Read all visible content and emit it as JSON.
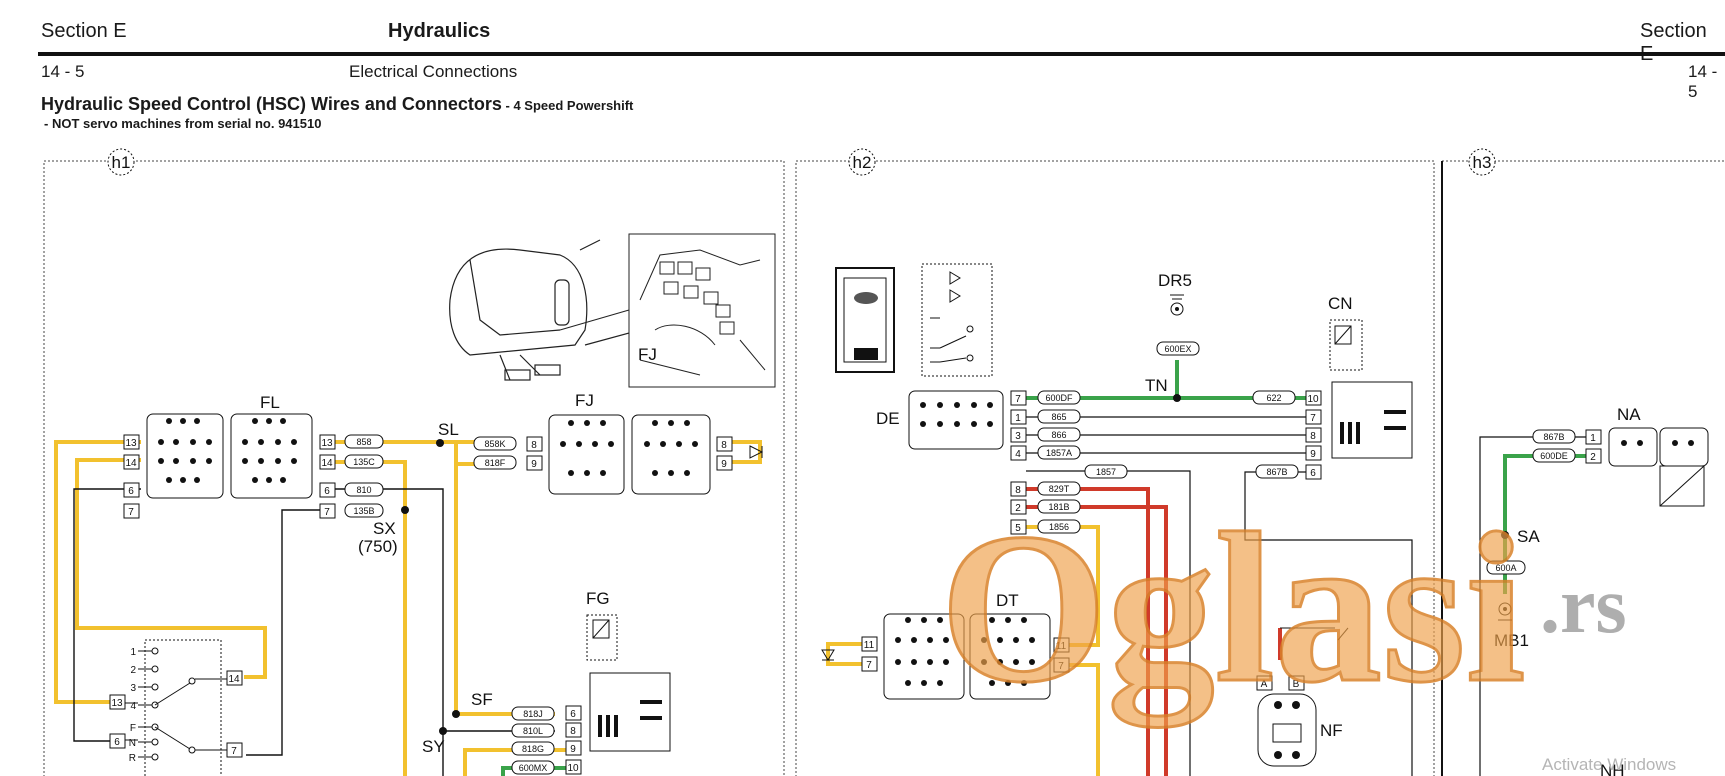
{
  "header": {
    "section_left": "Section E",
    "title": "Hydraulics",
    "section_right": "Section E",
    "page_left": "14 - 5",
    "subtitle": "Electrical Connections",
    "page_right": "14 - 5"
  },
  "diagram": {
    "heading": "Hydraulic Speed Control (HSC) Wires and Connectors",
    "heading_suffix": " - 4 Speed Powershift",
    "note": " - NOT servo machines from serial no. 941510",
    "panels": [
      "h1",
      "h2",
      "h3"
    ],
    "connectors": {
      "fl": "FL",
      "fj_top": "FJ",
      "fj": "FJ",
      "sl": "SL",
      "sx": "SX",
      "sx_sub": "(750)",
      "fg": "FG",
      "sf": "SF",
      "sy": "SY",
      "de": "DE",
      "dr5": "DR5",
      "tn": "TN",
      "cn": "CN",
      "dt": "DT",
      "nf": "NF",
      "na": "NA",
      "sa": "SA",
      "mb1": "MB1",
      "nh": "NH"
    },
    "wires_h1": [
      "858",
      "135C",
      "810",
      "135B",
      "858K",
      "818F",
      "818J",
      "810L",
      "818G",
      "600MX"
    ],
    "wires_h2": [
      "600EX",
      "600DF",
      "865",
      "866",
      "1857A",
      "1857",
      "622",
      "867B",
      "829T",
      "181B",
      "1856"
    ],
    "wires_h3": [
      "867B",
      "600DE",
      "600A"
    ],
    "switch_labels": [
      "1",
      "2",
      "3",
      "4",
      "F",
      "N",
      "R"
    ],
    "colors": {
      "yellow": "#f2c12e",
      "green": "#3aa34a",
      "red": "#d03a2a",
      "ink": "#111111"
    }
  },
  "watermark": {
    "brand_big": "Oglasi",
    "brand_suffix": ".rs",
    "system": "Activate Windows"
  }
}
